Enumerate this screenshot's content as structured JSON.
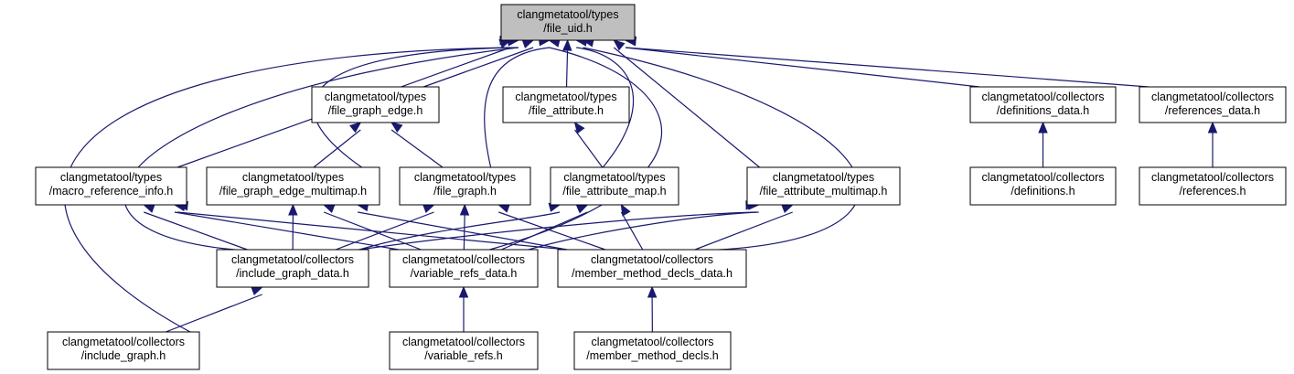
{
  "colors": {
    "edge": "#191970",
    "root_fill": "#bfbfbf",
    "node_fill": "#ffffff",
    "node_stroke": "#000000"
  },
  "nodes": [
    {
      "id": "file_uid",
      "lines": [
        "clangmetatool/types",
        "/file_uid.h"
      ],
      "root": true
    },
    {
      "id": "file_graph_edge",
      "lines": [
        "clangmetatool/types",
        "/file_graph_edge.h"
      ]
    },
    {
      "id": "file_attribute",
      "lines": [
        "clangmetatool/types",
        "/file_attribute.h"
      ]
    },
    {
      "id": "definitions_data",
      "lines": [
        "clangmetatool/collectors",
        "/definitions_data.h"
      ]
    },
    {
      "id": "references_data",
      "lines": [
        "clangmetatool/collectors",
        "/references_data.h"
      ]
    },
    {
      "id": "macro_reference_info",
      "lines": [
        "clangmetatool/types",
        "/macro_reference_info.h"
      ]
    },
    {
      "id": "file_graph_edge_multimap",
      "lines": [
        "clangmetatool/types",
        "/file_graph_edge_multimap.h"
      ]
    },
    {
      "id": "file_graph",
      "lines": [
        "clangmetatool/types",
        "/file_graph.h"
      ]
    },
    {
      "id": "file_attribute_map",
      "lines": [
        "clangmetatool/types",
        "/file_attribute_map.h"
      ]
    },
    {
      "id": "file_attribute_multimap",
      "lines": [
        "clangmetatool/types",
        "/file_attribute_multimap.h"
      ]
    },
    {
      "id": "definitions",
      "lines": [
        "clangmetatool/collectors",
        "/definitions.h"
      ]
    },
    {
      "id": "references",
      "lines": [
        "clangmetatool/collectors",
        "/references.h"
      ]
    },
    {
      "id": "include_graph_data",
      "lines": [
        "clangmetatool/collectors",
        "/include_graph_data.h"
      ]
    },
    {
      "id": "variable_refs_data",
      "lines": [
        "clangmetatool/collectors",
        "/variable_refs_data.h"
      ]
    },
    {
      "id": "member_method_decls_data",
      "lines": [
        "clangmetatool/collectors",
        "/member_method_decls_data.h"
      ]
    },
    {
      "id": "include_graph",
      "lines": [
        "clangmetatool/collectors",
        "/include_graph.h"
      ]
    },
    {
      "id": "variable_refs",
      "lines": [
        "clangmetatool/collectors",
        "/variable_refs.h"
      ]
    },
    {
      "id": "member_method_decls",
      "lines": [
        "clangmetatool/collectors",
        "/member_method_decls.h"
      ]
    }
  ],
  "edges": [
    {
      "from": "file_graph_edge",
      "to": "file_uid"
    },
    {
      "from": "file_attribute",
      "to": "file_uid"
    },
    {
      "from": "definitions_data",
      "to": "file_uid"
    },
    {
      "from": "references_data",
      "to": "file_uid"
    },
    {
      "from": "macro_reference_info",
      "to": "file_uid"
    },
    {
      "from": "file_graph_edge_multimap",
      "to": "file_uid"
    },
    {
      "from": "file_graph",
      "to": "file_uid"
    },
    {
      "from": "file_attribute_map",
      "to": "file_uid"
    },
    {
      "from": "file_attribute_multimap",
      "to": "file_uid"
    },
    {
      "from": "include_graph_data",
      "to": "file_uid"
    },
    {
      "from": "variable_refs_data",
      "to": "file_uid"
    },
    {
      "from": "member_method_decls_data",
      "to": "file_uid"
    },
    {
      "from": "include_graph",
      "to": "file_uid"
    },
    {
      "from": "file_graph_edge_multimap",
      "to": "file_graph_edge"
    },
    {
      "from": "file_graph",
      "to": "file_graph_edge"
    },
    {
      "from": "file_attribute_map",
      "to": "file_attribute"
    },
    {
      "from": "definitions",
      "to": "definitions_data"
    },
    {
      "from": "references",
      "to": "references_data"
    },
    {
      "from": "include_graph_data",
      "to": "macro_reference_info"
    },
    {
      "from": "variable_refs_data",
      "to": "macro_reference_info"
    },
    {
      "from": "member_method_decls_data",
      "to": "macro_reference_info"
    },
    {
      "from": "include_graph_data",
      "to": "file_graph_edge_multimap"
    },
    {
      "from": "variable_refs_data",
      "to": "file_graph_edge_multimap"
    },
    {
      "from": "member_method_decls_data",
      "to": "file_graph_edge_multimap"
    },
    {
      "from": "include_graph_data",
      "to": "file_graph"
    },
    {
      "from": "variable_refs_data",
      "to": "file_graph"
    },
    {
      "from": "member_method_decls_data",
      "to": "file_graph"
    },
    {
      "from": "include_graph_data",
      "to": "file_attribute_map"
    },
    {
      "from": "variable_refs_data",
      "to": "file_attribute_map"
    },
    {
      "from": "member_method_decls_data",
      "to": "file_attribute_map"
    },
    {
      "from": "include_graph_data",
      "to": "file_attribute_multimap"
    },
    {
      "from": "variable_refs_data",
      "to": "file_attribute_multimap"
    },
    {
      "from": "member_method_decls_data",
      "to": "file_attribute_multimap"
    },
    {
      "from": "include_graph",
      "to": "include_graph_data"
    },
    {
      "from": "variable_refs",
      "to": "variable_refs_data"
    },
    {
      "from": "member_method_decls",
      "to": "member_method_decls_data"
    }
  ]
}
